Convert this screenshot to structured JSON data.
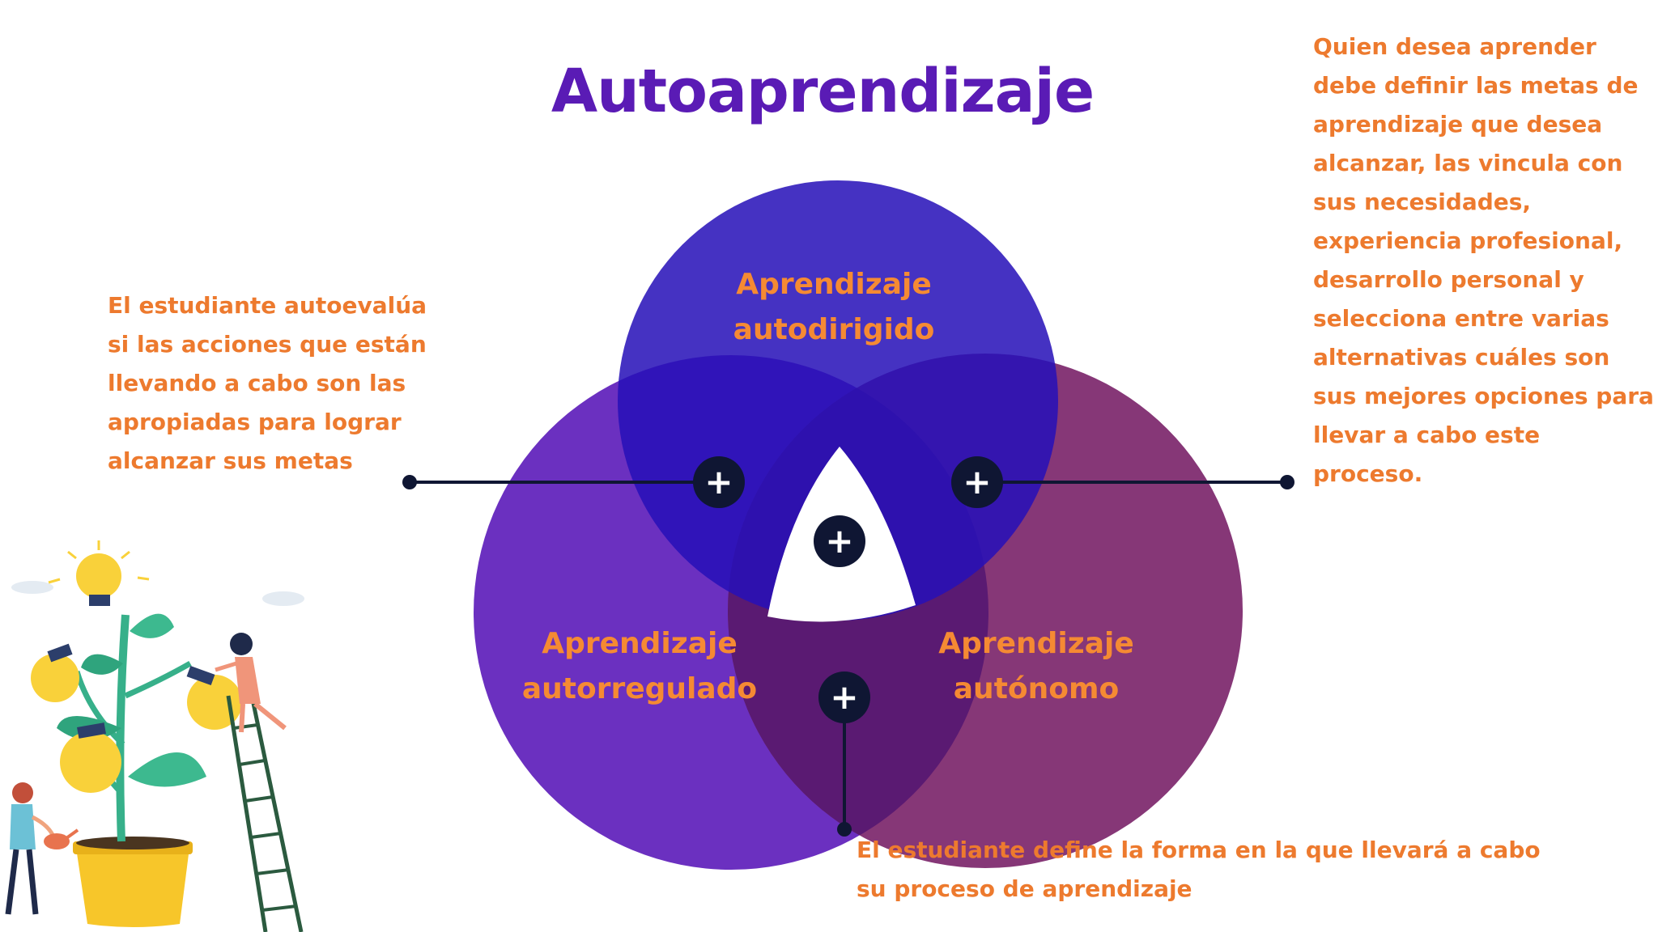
{
  "title": "Autoaprendizaje",
  "circles": {
    "top": {
      "line1": "Aprendizaje",
      "line2": "autodirigido"
    },
    "left": {
      "line1": "Aprendizaje",
      "line2": "autorregulado"
    },
    "right": {
      "line1": "Aprendizaje",
      "line2": "autónomo"
    }
  },
  "notes": {
    "left": [
      "El estudiante autoevalúa",
      "si las acciones que están",
      "llevando a cabo son las",
      "apropiadas para lograr",
      "alcanzar sus metas"
    ],
    "right": [
      "Quien desea aprender",
      "debe definir las metas de",
      "aprendizaje que desea",
      "alcanzar, las vincula con",
      "sus necesidades,",
      "experiencia profesional,",
      "desarrollo personal y",
      "selecciona entre varias",
      "alternativas cuáles son",
      "sus mejores opciones para",
      "llevar a cabo este",
      "proceso."
    ],
    "bottom": [
      "El estudiante define la forma en la que llevará a cabo",
      "su proceso de aprendizaje"
    ]
  },
  "plus_symbol": "+",
  "colors": {
    "title": "#5a1bb5",
    "top_circle": "#2a14b4",
    "left_circle": "#6a2fc0",
    "right_circle": "#7e2f72",
    "accent_text": "#ed7a2e",
    "button": "#0f1633"
  }
}
